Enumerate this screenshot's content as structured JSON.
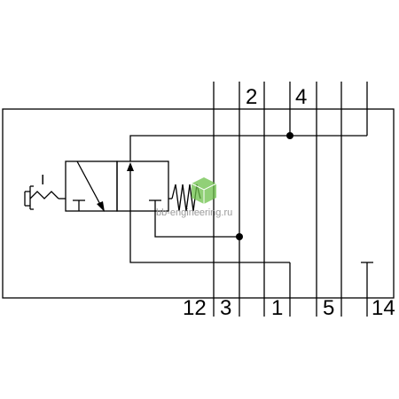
{
  "diagram": {
    "ports_top": {
      "p2": "2",
      "p4": "4"
    },
    "ports_bottom": {
      "p12": "12",
      "p3": "3",
      "p1": "1",
      "p5": "5",
      "p14": "14"
    },
    "operator_label": "I",
    "watermark": {
      "text": "bb-engineering.ru"
    },
    "colors": {
      "line": "#000000",
      "background": "#ffffff",
      "logo_green": "#6cc04a",
      "watermark_text": "#9a9a9a"
    }
  }
}
